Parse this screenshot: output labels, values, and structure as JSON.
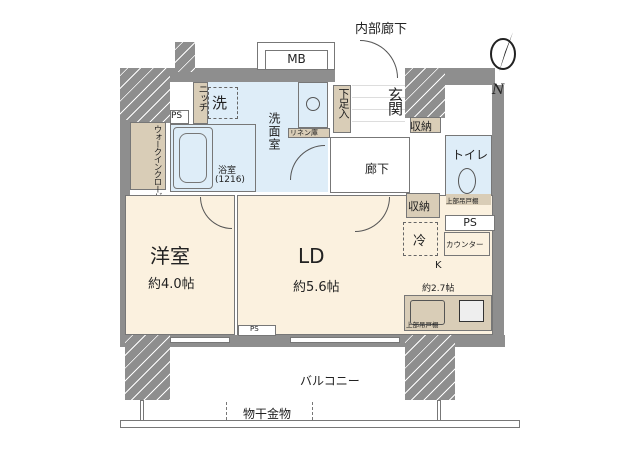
{
  "labels": {
    "inner_corridor": "内部廊下",
    "mb": "MB",
    "niche": "ニッチ",
    "laundry": "洗",
    "ps_bath": "PS",
    "walk_in_closet": "ウォークインクローゼット",
    "washroom": "洗面室",
    "linen": "リネン庫",
    "bathroom": "浴室",
    "bathroom_size": "(1216)",
    "shoe_storage": "下足入",
    "entrance": "玄関",
    "storage_1": "収納",
    "hallway": "廊下",
    "toilet": "トイレ",
    "toilet_upper_cabinet": "上部吊戸棚",
    "storage_2": "収納",
    "ps_right": "PS",
    "fridge": "冷",
    "counter": "カウンター",
    "western_room": "洋室",
    "western_room_size": "約4.0帖",
    "ld": "LD",
    "ld_size": "約5.6帖",
    "kitchen": "K",
    "kitchen_size": "約2.7帖",
    "kitchen_upper_cabinet": "上部吊戸棚",
    "ps_bottom": "PS",
    "balcony": "バルコニー",
    "drying_hardware": "物干金物",
    "north": "N"
  },
  "colors": {
    "wall": "#8e8e8e",
    "wet_area": "#deedf8",
    "living": "#fbf1df",
    "storage": "#d9cdb7"
  }
}
